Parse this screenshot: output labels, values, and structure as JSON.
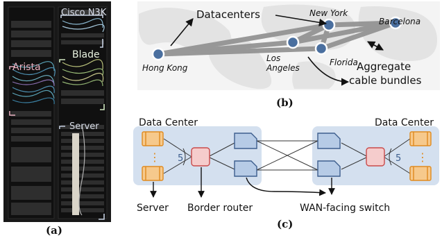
{
  "panel_a": {
    "caption": "(a)",
    "labels": {
      "cisco": "Cisco N3K",
      "arista": "Arista",
      "blade": "Blade",
      "server": "Server"
    }
  },
  "panel_b": {
    "caption": "(b)",
    "cities": {
      "hong_kong": "Hong Kong",
      "los_angeles": [
        "Los",
        "Angeles"
      ],
      "new_york": "New York",
      "florida": "Florida",
      "barcelona": "Barcelona"
    },
    "annotations": {
      "datacenters": "Datacenters",
      "aggregate": [
        "Aggregate",
        "cable bundles"
      ]
    }
  },
  "panel_c": {
    "caption": "(c)",
    "dc_left": "Data Center",
    "dc_right": "Data Center",
    "server_count": "5",
    "dots": "⋮",
    "labels": {
      "server": "Server",
      "border_router": "Border router",
      "wan_switch": "WAN-facing switch"
    }
  },
  "colors": {
    "rack": "#181818",
    "map_land": "#e4e4e4",
    "link": "#8f8f8f",
    "node_fill": "#4a6f9f",
    "dc_box": "#d4e0ef",
    "server_fill": "#f6c98c",
    "server_stroke": "#e08a1e",
    "router_fill": "#f5cccc",
    "router_stroke": "#c94a4a",
    "switch_fill": "#b6cbe6",
    "switch_stroke": "#3d5e8d"
  }
}
